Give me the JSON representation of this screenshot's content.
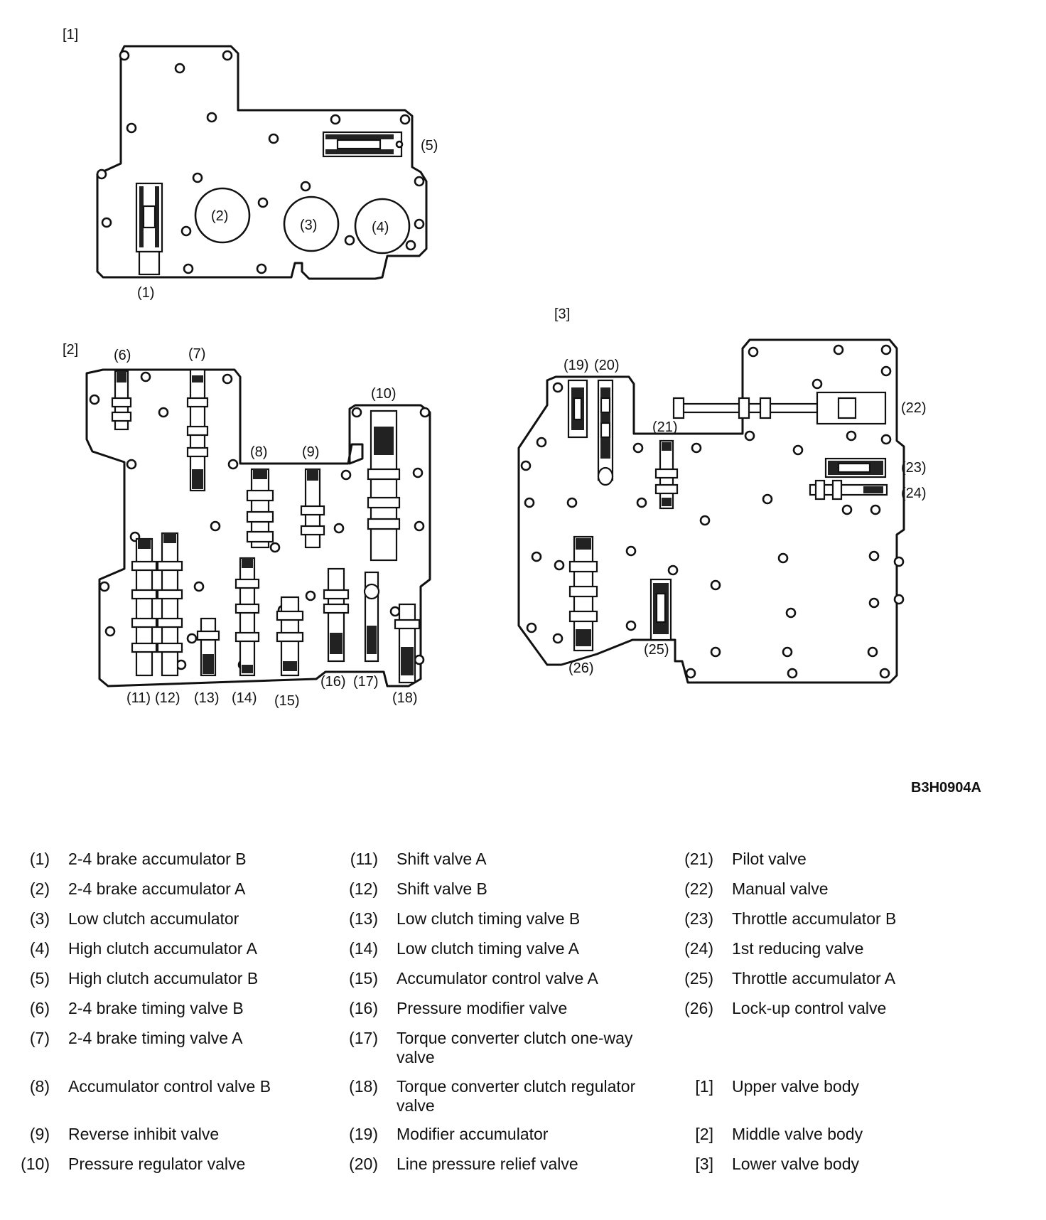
{
  "figure_code": "B3H0904A",
  "diagram": {
    "body_labels": [
      "[1]",
      "[2]",
      "[3]"
    ],
    "callouts": [
      "(1)",
      "(2)",
      "(3)",
      "(4)",
      "(5)",
      "(6)",
      "(7)",
      "(8)",
      "(9)",
      "(10)",
      "(11)",
      "(12)",
      "(13)",
      "(14)",
      "(15)",
      "(16)",
      "(17)",
      "(18)",
      "(19)",
      "(20)",
      "(21)",
      "(22)",
      "(23)",
      "(24)",
      "(25)",
      "(26)"
    ]
  },
  "legend": {
    "col1": [
      {
        "num": "(1)",
        "label": "2-4 brake accumulator B"
      },
      {
        "num": "(2)",
        "label": "2-4 brake accumulator A"
      },
      {
        "num": "(3)",
        "label": "Low clutch accumulator"
      },
      {
        "num": "(4)",
        "label": "High clutch accumulator A"
      },
      {
        "num": "(5)",
        "label": "High clutch accumulator B"
      },
      {
        "num": "(6)",
        "label": "2-4 brake timing valve B"
      },
      {
        "num": "(7)",
        "label": "2-4 brake timing valve A"
      },
      {
        "num": "(8)",
        "label": "Accumulator control valve B"
      },
      {
        "num": "(9)",
        "label": "Reverse inhibit valve"
      },
      {
        "num": "(10)",
        "label": "Pressure regulator valve"
      }
    ],
    "col2": [
      {
        "num": "(11)",
        "label": "Shift valve A"
      },
      {
        "num": "(12)",
        "label": "Shift valve B"
      },
      {
        "num": "(13)",
        "label": "Low clutch timing valve B"
      },
      {
        "num": "(14)",
        "label": "Low clutch timing valve A"
      },
      {
        "num": "(15)",
        "label": "Accumulator control valve A"
      },
      {
        "num": "(16)",
        "label": "Pressure modifier valve"
      },
      {
        "num": "(17)",
        "label": "Torque converter clutch one-way valve"
      },
      {
        "num": "(18)",
        "label": "Torque converter clutch regulator valve"
      },
      {
        "num": "(19)",
        "label": "Modifier accumulator"
      },
      {
        "num": "(20)",
        "label": "Line pressure relief valve"
      }
    ],
    "col3": [
      {
        "num": "(21)",
        "label": "Pilot valve"
      },
      {
        "num": "(22)",
        "label": "Manual valve"
      },
      {
        "num": "(23)",
        "label": "Throttle accumulator B"
      },
      {
        "num": "(24)",
        "label": "1st reducing valve"
      },
      {
        "num": "(25)",
        "label": "Throttle accumulator A"
      },
      {
        "num": "(26)",
        "label": "Lock-up control valve"
      },
      {
        "num": "[1]",
        "label": "Upper valve body"
      },
      {
        "num": "[2]",
        "label": "Middle valve body"
      },
      {
        "num": "[3]",
        "label": "Lower valve body"
      }
    ]
  }
}
